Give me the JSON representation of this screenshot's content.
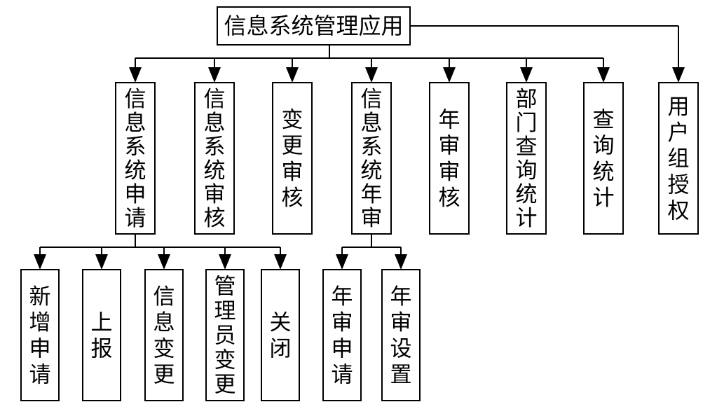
{
  "root": {
    "label": "信息系统管理应用"
  },
  "level1": [
    {
      "id": "apply",
      "label": "信息系统申请"
    },
    {
      "id": "review",
      "label": "信息系统审核"
    },
    {
      "id": "change-review",
      "label": "变更审核"
    },
    {
      "id": "annual",
      "label": "信息系统年审"
    },
    {
      "id": "annual-review",
      "label": "年审审核"
    },
    {
      "id": "dept-stats",
      "label": "部门查询统计"
    },
    {
      "id": "query-stats",
      "label": "查询统计"
    },
    {
      "id": "user-auth",
      "label": "用户组授权"
    }
  ],
  "level2": [
    {
      "id": "new-apply",
      "parent": "apply",
      "label": "新增申请"
    },
    {
      "id": "report",
      "parent": "apply",
      "label": "上报"
    },
    {
      "id": "info-change",
      "parent": "apply",
      "label": "信息变更"
    },
    {
      "id": "admin-change",
      "parent": "apply",
      "label": "管理员变更"
    },
    {
      "id": "close",
      "parent": "apply",
      "label": "关闭"
    },
    {
      "id": "annual-apply",
      "parent": "annual",
      "label": "年审申请"
    },
    {
      "id": "annual-setup",
      "parent": "annual",
      "label": "年审设置"
    }
  ]
}
